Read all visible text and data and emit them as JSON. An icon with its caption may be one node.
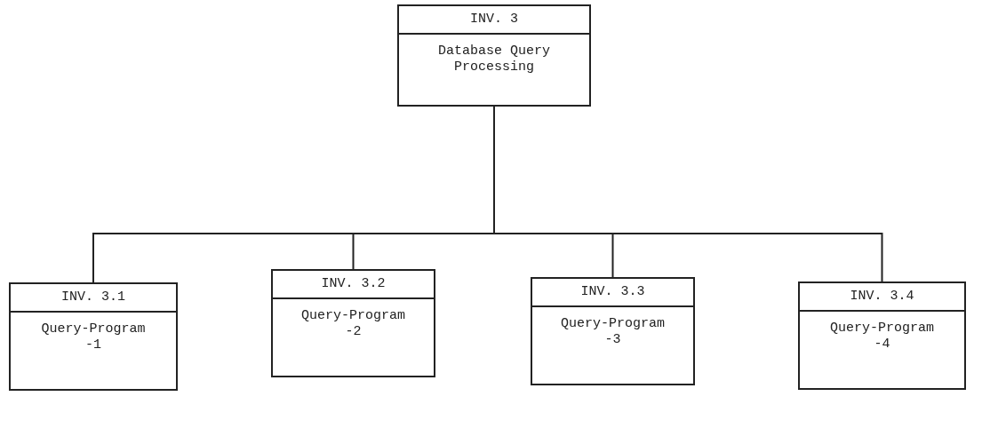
{
  "diagram": {
    "nodes": [
      {
        "text": [
          "INV. 3",
          "Database Query Processing"
        ]
      },
      {
        "text": [
          "INV. 3.1",
          "Query-Program -1"
        ]
      },
      {
        "text": [
          "INV. 3.2",
          "Query-Program -2"
        ]
      },
      {
        "text": [
          "INV. 3.3",
          "Query-Program -3"
        ]
      },
      {
        "text": [
          "INV. 3.4",
          "Query-Program -4"
        ]
      }
    ],
    "edges": [
      {
        "from": 0,
        "to": 1,
        "arrow": "none"
      },
      {
        "from": 0,
        "to": 2,
        "arrow": "none"
      },
      {
        "from": 0,
        "to": 3,
        "arrow": "none"
      },
      {
        "from": 0,
        "to": 4,
        "arrow": "none"
      }
    ]
  }
}
